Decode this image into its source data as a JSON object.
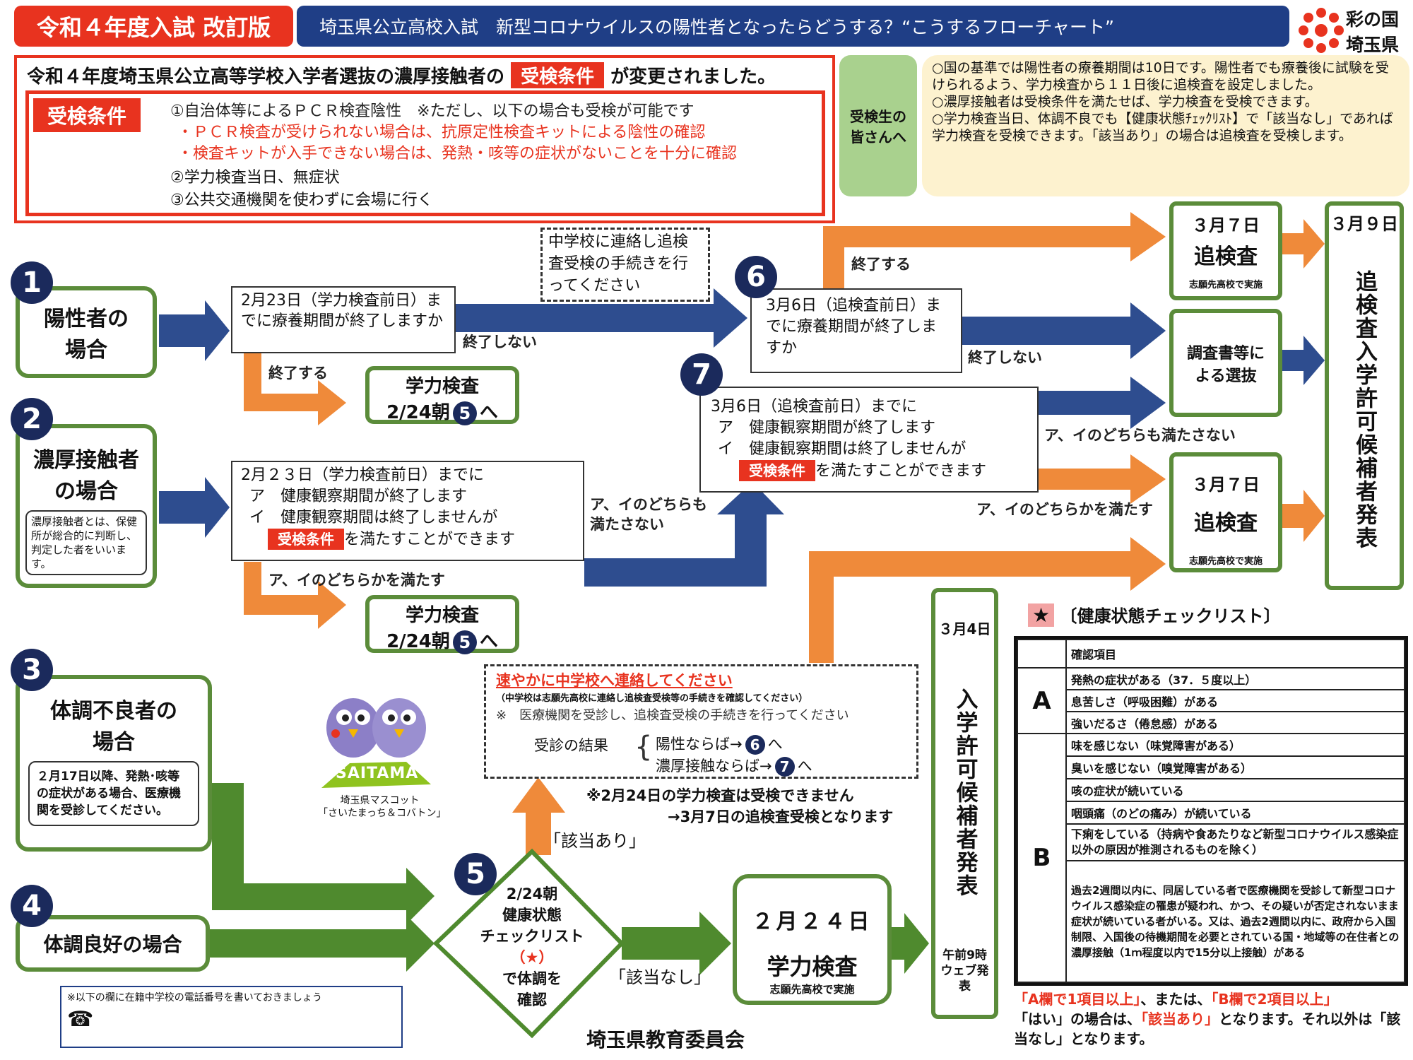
{
  "header": {
    "edition": "令和４年度入試 改訂版",
    "title": "埼玉県公立高校入試　新型コロナウイルスの陽性者となったらどうする？“こうするフローチャート”",
    "logo_line1": "彩の国",
    "logo_line2": "埼玉県"
  },
  "notice": {
    "lead": "令和４年度埼玉県公立高等学校入学者選抜の濃厚接触者の",
    "badge": "受検条件",
    "tail": "が変更されました。",
    "cond_label": "受検条件",
    "line1": "①自治体等によるＰＣＲ検査陰性　※ただし、以下の場合も受検が可能です",
    "line2": "・ＰＣＲ検査が受けられない場合は、抗原定性検査キットによる陰性の確認",
    "line3": "・検査キットが入手できない場合は、発熱・咳等の症状がないことを十分に確認",
    "line4": "②学力検査当日、無症状",
    "line5": "③公共交通機関を使わずに会場に行く"
  },
  "students": {
    "label": "受検生の皆さんへ",
    "p1": "○国の基準では陽性者の療養期間は10日です。陽性者でも療養後に試験を受けられるよう、学力検査から１１日後に追検査を設定しました。",
    "p2": "○濃厚接触者は受検条件を満たせば、学力検査を受検できます。",
    "p3": "○学力検査当日、体調不良でも【健康状態ﾁｪｯｸﾘｽﾄ】で「該当なし」であれば学力検査を受検できます。「該当あり」の場合は追検査を受検します。"
  },
  "flow": {
    "c1": "陽性者の場合",
    "c2": "濃厚接触者の場合",
    "c2_note": "濃厚接触者とは、保健所が総合的に判断し、判定した者をいいます。",
    "c3": "体調不良者の場合",
    "c3_note": "２月17日以降、発熱･咳等の症状がある場合、医療機関を受診してください。",
    "c4": "体調良好の場合",
    "q1": "2月23日（学力検査前日）までに療養期間が終了しますか",
    "q2_line1": "2月２３日（学力検査前日）までに",
    "q2_line2": "ア　健康観察期間が終了します",
    "q2_line3": "イ　健康観察期間は終了しませんが",
    "q2_badge": "受検条件",
    "q2_line4": "を満たすことができます",
    "contact_school": "中学校に連絡し追検査受検の手続きを行ってください",
    "q6": "3月6日（追検査前日）までに療養期間が終了しますか",
    "q7_line1": "3月6日（追検査前日）までに",
    "q7_line2": "ア　健康観察期間が終了します",
    "q7_line3": "イ　健康観察期間は終了しませんが",
    "q7_badge": "受検条件",
    "q7_line4": "を満たすことができます",
    "lbl_end": "終了する",
    "lbl_not_end": "終了しない",
    "lbl_end6": "終了する",
    "lbl_not_end6": "終了しない",
    "lbl_neither": "ア、イのどちらも満たさない",
    "lbl_either": "ア、イのどちらかを満たす",
    "lbl_neither7": "ア、イのどちらも満たさない",
    "lbl_either7": "ア、イのどちらかを満たす",
    "exam_title": "学力検査",
    "exam_date": "2/24朝",
    "exam_to": "へ",
    "mar7": "３月７日",
    "retest": "追検査",
    "at_school": "志願先高校で実施",
    "survey": "調査書等による選抜",
    "mar9": "３月９日",
    "mar9_result": "追検査入学許可候補者発表",
    "mar4": "３月4日",
    "mar4_result": "入学許可候補者発表",
    "mar4_time": "午前9時ウェブ発表",
    "feb24": "２月２４日",
    "feb24_exam": "学力検査",
    "feb24_sub": "志願先高校で実施",
    "diamond_line1": "2/24朝",
    "diamond_line2": "健康状態",
    "diamond_line3": "チェックリスト",
    "diamond_line4": "（★）",
    "diamond_line5": "で体調を",
    "diamond_line6": "確認",
    "yes_label": "「該当あり」",
    "no_label": "「該当なし」",
    "contact_title": "速やかに中学校へ連絡してください",
    "contact_sub": "（中学校は志願先高校に連絡し追検査受検等の手続きを確認してください）",
    "contact_note": "※　医療機関を受診し、追検査受検の手続きを行ってください",
    "result_label": "受診の結果",
    "if_positive": "陽性ならば→",
    "if_contact": "濃厚接触ならば→",
    "warn1": "※2月24日の学力検査は受検できません",
    "warn2": "→3月7日の追検査受検となります",
    "mascot_label": "SAITAMA",
    "mascot_caption1": "埼玉県マスコット",
    "mascot_caption2": "「さいたまっち＆コバトン」",
    "phone_note": "※以下の欄に在籍中学校の電話番号を書いておきましょう",
    "phone_icon": "☎",
    "footer_org": "埼玉県教育委員会",
    "n1": "1",
    "n2": "2",
    "n3": "3",
    "n4": "4",
    "n5": "5",
    "n6": "6",
    "n7": "7"
  },
  "checklist": {
    "star": "★",
    "title": "〔健康状態チェックリスト〕",
    "header": "確認項目",
    "A": "A",
    "B": "B",
    "a1": "発熱の症状がある（37．５度以上）",
    "a2": "息苦しさ（呼吸困難）がある",
    "a3": "強いだるさ（倦怠感）がある",
    "b1": "味を感じない（味覚障害がある）",
    "b2": "臭いを感じない（嗅覚障害がある）",
    "b3": "咳の症状が続いている",
    "b4": "咽頭痛（のどの痛み）が続いている",
    "b5": "下痢をしている（持病や食あたりなど新型コロナウイルス感染症以外の原因が推測されるものを除く）",
    "b6": "過去2週間以内に、同居している者で医療機関を受診して新型コロナウイルス感染症の罹患が疑われ、かつ、その疑いが否定されないまま症状が続いている者がいる。又は、過去2週間以内に、政府から入国制限、入国後の待機期間を必要とされている国・地域等の在住者との濃厚接触（1ｍ程度以内で15分以上接触）がある",
    "rule_a": "「A欄で1項目以上」",
    "rule_or": "、または、",
    "rule_b": "「B欄で2項目以上」",
    "rule_yes1": "「はい」の場合は、",
    "rule_hit": "「該当あり」",
    "rule_yes2": "となります。それ以外は「該当なし」となります。"
  },
  "colors": {
    "blue": "#2e4d8f",
    "orange": "#ef8a3a",
    "green": "#4f8a2e",
    "red": "#e8331f",
    "navy": "#1b2a5c"
  }
}
